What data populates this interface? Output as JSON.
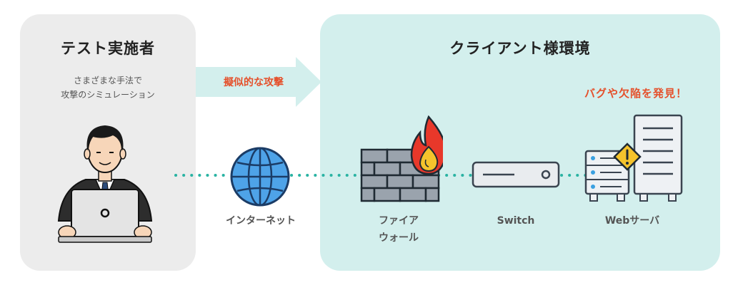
{
  "tester": {
    "title": "テスト実施者",
    "desc_line1": "さまざまな手法で",
    "desc_line2": "攻撃のシミュレーション"
  },
  "client": {
    "title": "クライアント様環境"
  },
  "attack": {
    "label": "擬似的な攻撃"
  },
  "discovery": {
    "label": "バグや欠陥を発見！"
  },
  "nodes": {
    "internet": "インターネット",
    "firewall_line1": "ファイア",
    "firewall_line2": "ウォール",
    "switch": "Switch",
    "webserver": "Webサーバ"
  },
  "colors": {
    "tester_panel": "#ececec",
    "client_panel": "#d3efed",
    "accent": "#e5502b",
    "connection": "#2ab3a3",
    "globe": "#4ea3e8"
  }
}
